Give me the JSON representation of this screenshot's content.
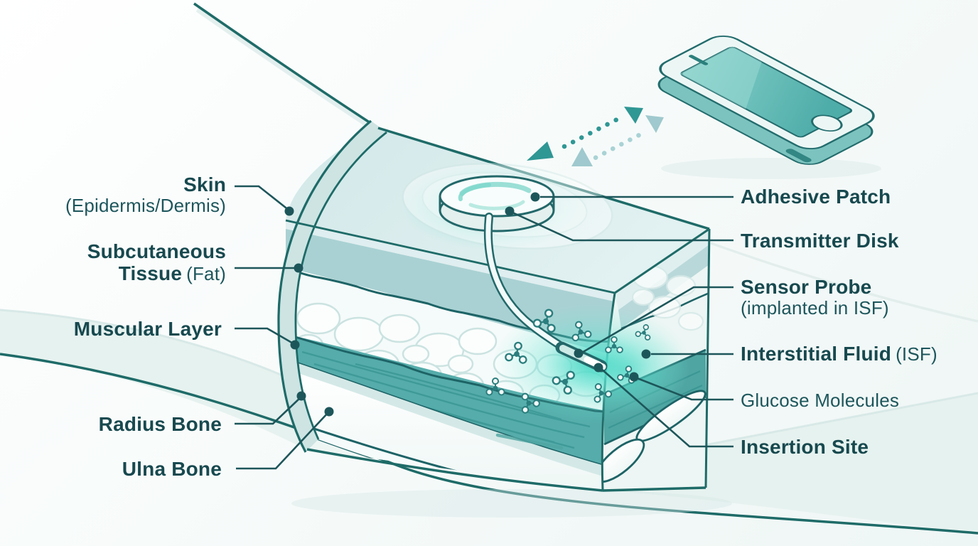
{
  "labels": {
    "skin": {
      "bold": "Skin",
      "normal": "(Epidermis/Dermis)"
    },
    "subcutaneous": {
      "bold": "Subcutaneous Tissue",
      "normal": "(Fat)"
    },
    "muscular": {
      "bold": "Muscular Layer",
      "normal": ""
    },
    "radius": {
      "bold": "Radius Bone",
      "normal": ""
    },
    "ulna": {
      "bold": "Ulna Bone",
      "normal": ""
    },
    "adhesive": {
      "bold": "Adhesive Patch",
      "normal": ""
    },
    "transmitter": {
      "bold": "Transmitter Disk",
      "normal": ""
    },
    "sensor": {
      "bold": "Sensor Probe",
      "normal": "(implanted in ISF)"
    },
    "isf": {
      "bold": "Interstitial Fluid",
      "normal": "(ISF)"
    },
    "glucose": {
      "bold": "",
      "normal": "Glucose Molecules"
    },
    "insertion": {
      "bold": "Insertion Site",
      "normal": ""
    }
  },
  "icons": {
    "smartphone": "smartphone-icon",
    "sync_arrows": "wireless-sync-arrows-icon",
    "glucose_molecule": "glucose-molecule-icon",
    "transmitter_disk": "transmitter-disk-icon",
    "adhesive_patch": "adhesive-patch-icon"
  },
  "colors": {
    "outline": "#1e6b68",
    "label_text": "#17494f",
    "leader": "#1d565a",
    "muscle": "#55acaa",
    "dermis": "#a9d1d3",
    "arm_fill": "#e6f2ef",
    "glow": "#3fd4c0",
    "phone_screen": "#5cb7b3",
    "arrow_dark": "#2f9794",
    "arrow_light": "#a9d2d5"
  }
}
